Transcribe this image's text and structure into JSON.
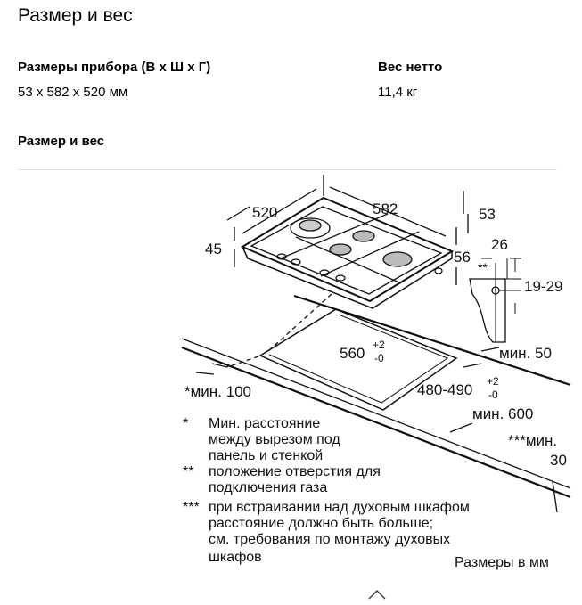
{
  "page_title": "Размер и вес",
  "specs": [
    {
      "label": "Размеры прибора (В x Ш x Г)",
      "value": "53 x 582 x 520 мм"
    },
    {
      "label": "Вес нетто",
      "value": "11,4 кг"
    }
  ],
  "section_title": "Размер и вес",
  "drawing": {
    "dims": {
      "d520": "520",
      "d582": "582",
      "d53": "53",
      "d45": "45",
      "d56": "56",
      "d26": "26",
      "d1929": "19-29",
      "stars2": "**",
      "d560": "560",
      "d560_tol_up": "+2",
      "d560_tol_dn": "-0",
      "d480": "480-490",
      "d480_tol_up": "+2",
      "d480_tol_dn": "-0",
      "min50": "мин. 50",
      "min100": "*мин. 100",
      "min600": "мин. 600",
      "min30a": "***мин.",
      "min30b": "30"
    },
    "legend": [
      {
        "mark": "*",
        "lines": [
          "Мин. расстояние",
          "между вырезом под",
          "панель и стенкой"
        ]
      },
      {
        "mark": "**",
        "lines": [
          "положение отверстия для",
          "подключения газа"
        ]
      },
      {
        "mark": "***",
        "lines": [
          "при встраивании над духовым шкафом",
          "расстояние должно быть больше;",
          "см. требования по монтажу духовых",
          "шкафов"
        ]
      }
    ],
    "units_note": "Размеры в мм"
  },
  "collapse_icon": "chevron-up-icon"
}
